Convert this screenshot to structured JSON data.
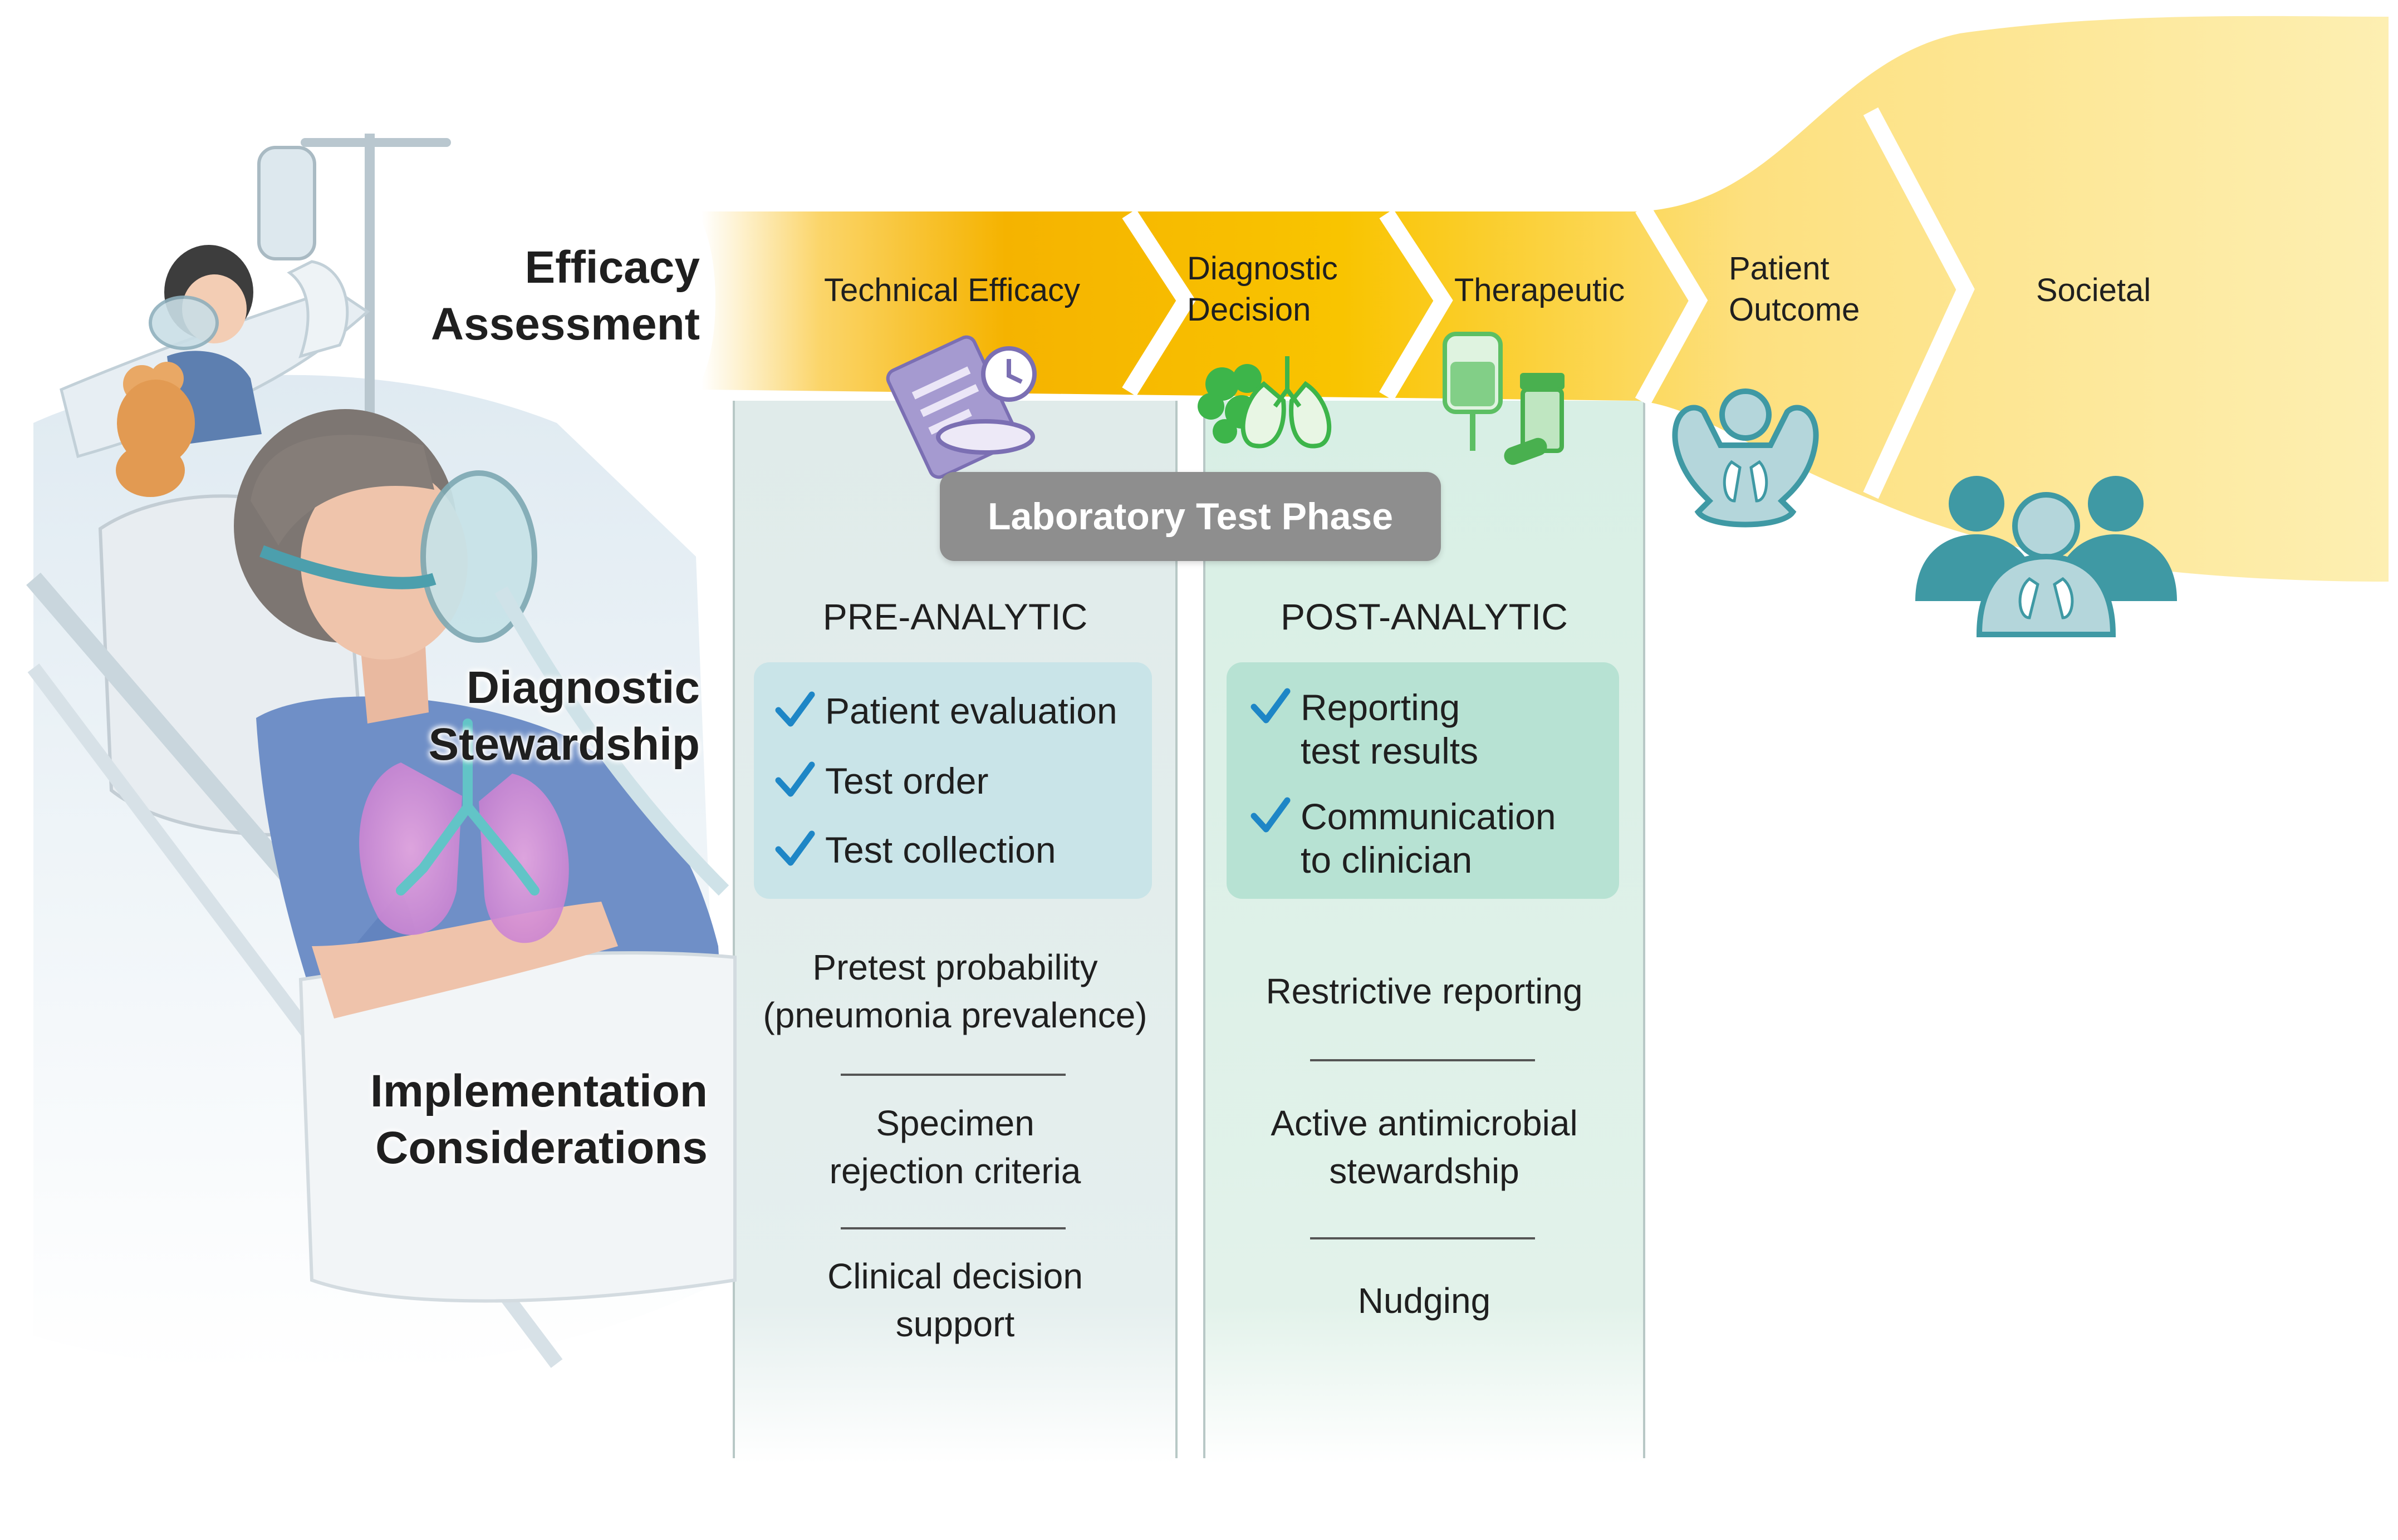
{
  "row_labels": {
    "efficacy": [
      "Efficacy",
      "Assessment"
    ],
    "stewardship": [
      "Diagnostic",
      "Stewardship"
    ],
    "implementation": [
      "Implementation",
      "Considerations"
    ]
  },
  "efficacy_stages": [
    {
      "label": "Technical Efficacy",
      "icon": "lab-report-clock-icon"
    },
    {
      "label": "Diagnostic Decision",
      "icon": "bacteria-lungs-icon"
    },
    {
      "label": "Therapeutic",
      "icon": "iv-bag-pills-icon"
    },
    {
      "label": "Patient Outcome",
      "icon": "strong-patient-icon"
    },
    {
      "label": "Societal",
      "icon": "population-icon"
    }
  ],
  "phase_title": "Laboratory Test Phase",
  "pre_analytic": {
    "heading": "PRE-ANALYTIC",
    "checklist": [
      "Patient evaluation",
      "Test order",
      "Test collection"
    ],
    "considerations": [
      [
        "Pretest probability",
        "(pneumonia prevalence)"
      ],
      [
        "Specimen",
        "rejection criteria"
      ],
      [
        "Clinical decision",
        "support"
      ]
    ]
  },
  "post_analytic": {
    "heading": "POST-ANALYTIC",
    "checklist": [
      [
        "Reporting",
        "test results"
      ],
      [
        "Communication",
        "to clinician"
      ]
    ],
    "considerations": [
      [
        "Restrictive reporting"
      ],
      [
        "Active antimicrobial",
        "stewardship"
      ],
      [
        "Nudging"
      ]
    ]
  },
  "colors": {
    "arrow_start": "#f5b800",
    "arrow_end": "#fde9a6",
    "pre_column": "#e3edec",
    "post_column": "#dff0e8",
    "pre_box": "#c9e4e8",
    "post_box": "#b7e2d3",
    "check": "#1e86c6",
    "phase_title_bg": "#8e8e8e",
    "teal_icon": "#3f99a4"
  }
}
